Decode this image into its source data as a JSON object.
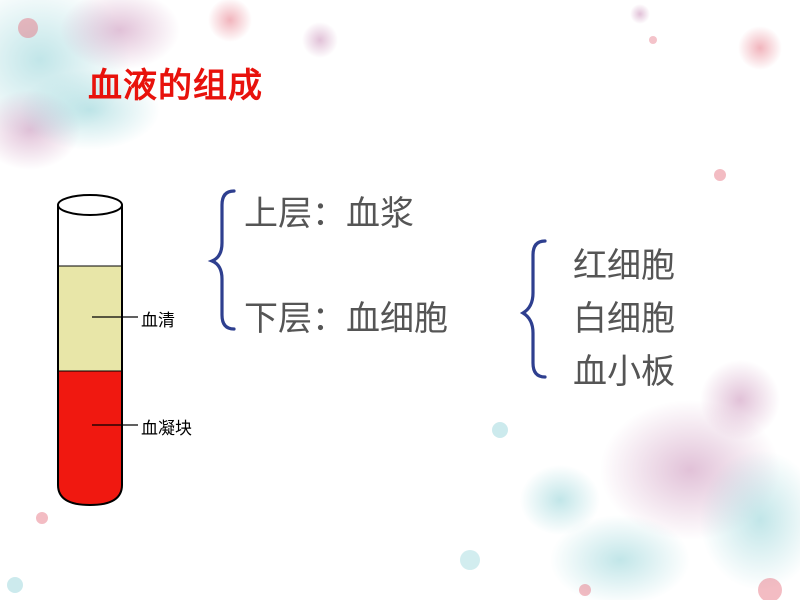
{
  "title": "血液的组成",
  "tube_labels": {
    "serum": "血清",
    "clot": "血凝块"
  },
  "layers": {
    "upper": "上层：血浆",
    "lower": "下层：血细胞"
  },
  "cells": [
    "红细胞",
    "白细胞",
    "血小板"
  ],
  "colors": {
    "title": "#e8120c",
    "serum_layer": "#e8e6a8",
    "clot_layer": "#f01810",
    "brace": "#2e3f8f",
    "text": "#555555"
  }
}
